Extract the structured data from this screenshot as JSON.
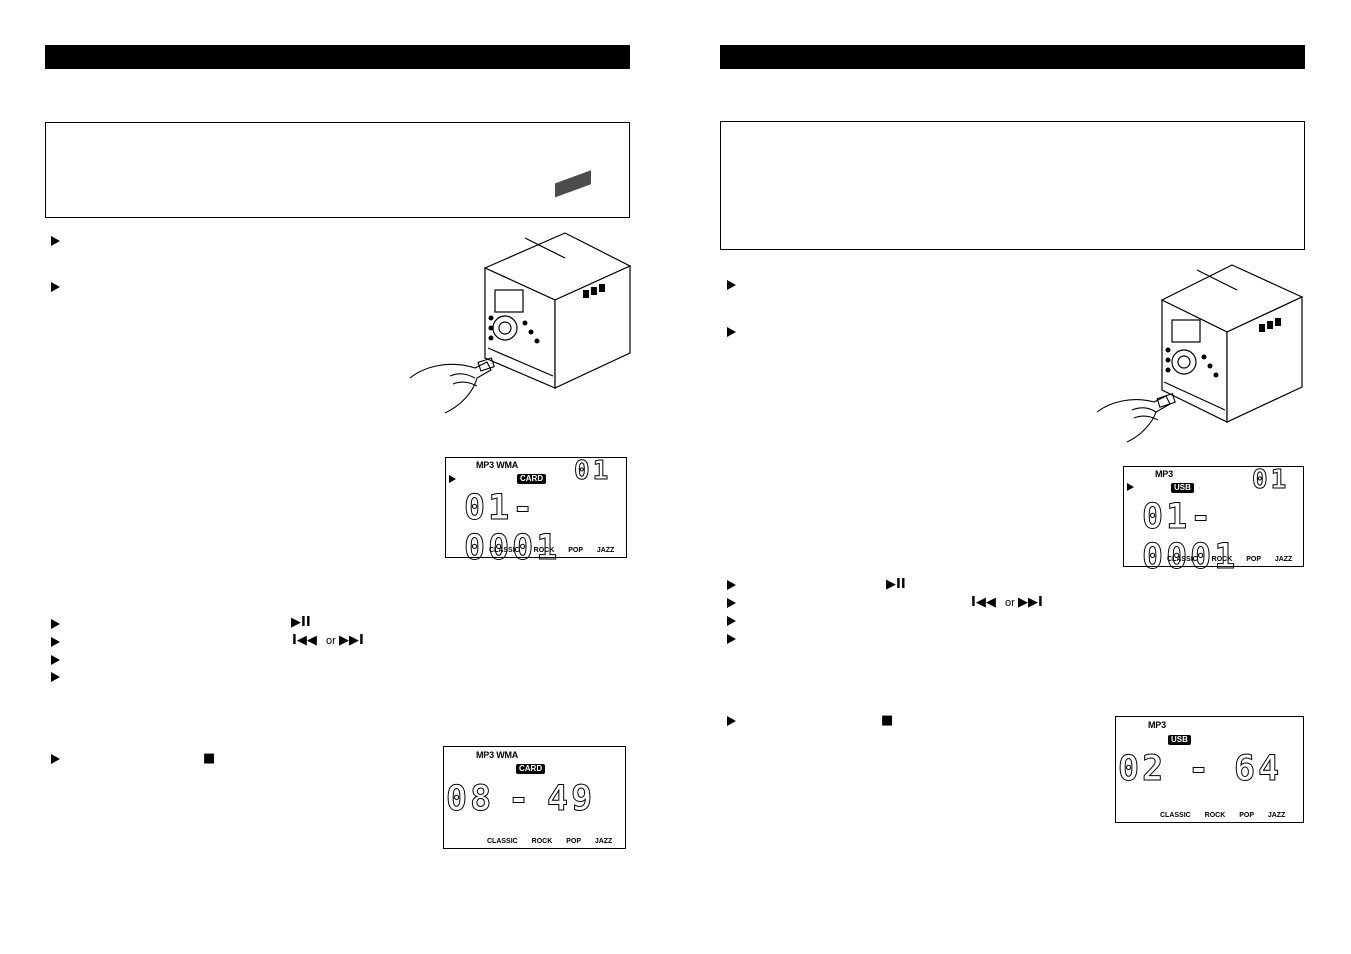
{
  "controls": {
    "play_pause": "▶II",
    "prev": "I◀◀",
    "or": "or",
    "next": "▶▶I",
    "stop": "■"
  },
  "card_display_1": {
    "format": "MP3 WMA",
    "media": "CARD",
    "small_num": "01",
    "main": "01-0001",
    "eq": "CLASSIC ROCK POP JAZZ"
  },
  "card_display_2": {
    "format": "MP3 WMA",
    "media": "CARD",
    "left": "08",
    "dash": "-",
    "right": "49",
    "eq": "CLASSIC ROCK POP JAZZ"
  },
  "usb_display_1": {
    "format": "MP3",
    "media": "USB",
    "small_num": "01",
    "main": "01-0001",
    "eq": "CLASSIC ROCK POP JAZZ"
  },
  "usb_display_2": {
    "format": "MP3",
    "media": "USB",
    "left": "02",
    "dash": "-",
    "right": "64",
    "eq": "CLASSIC ROCK POP JAZZ"
  }
}
